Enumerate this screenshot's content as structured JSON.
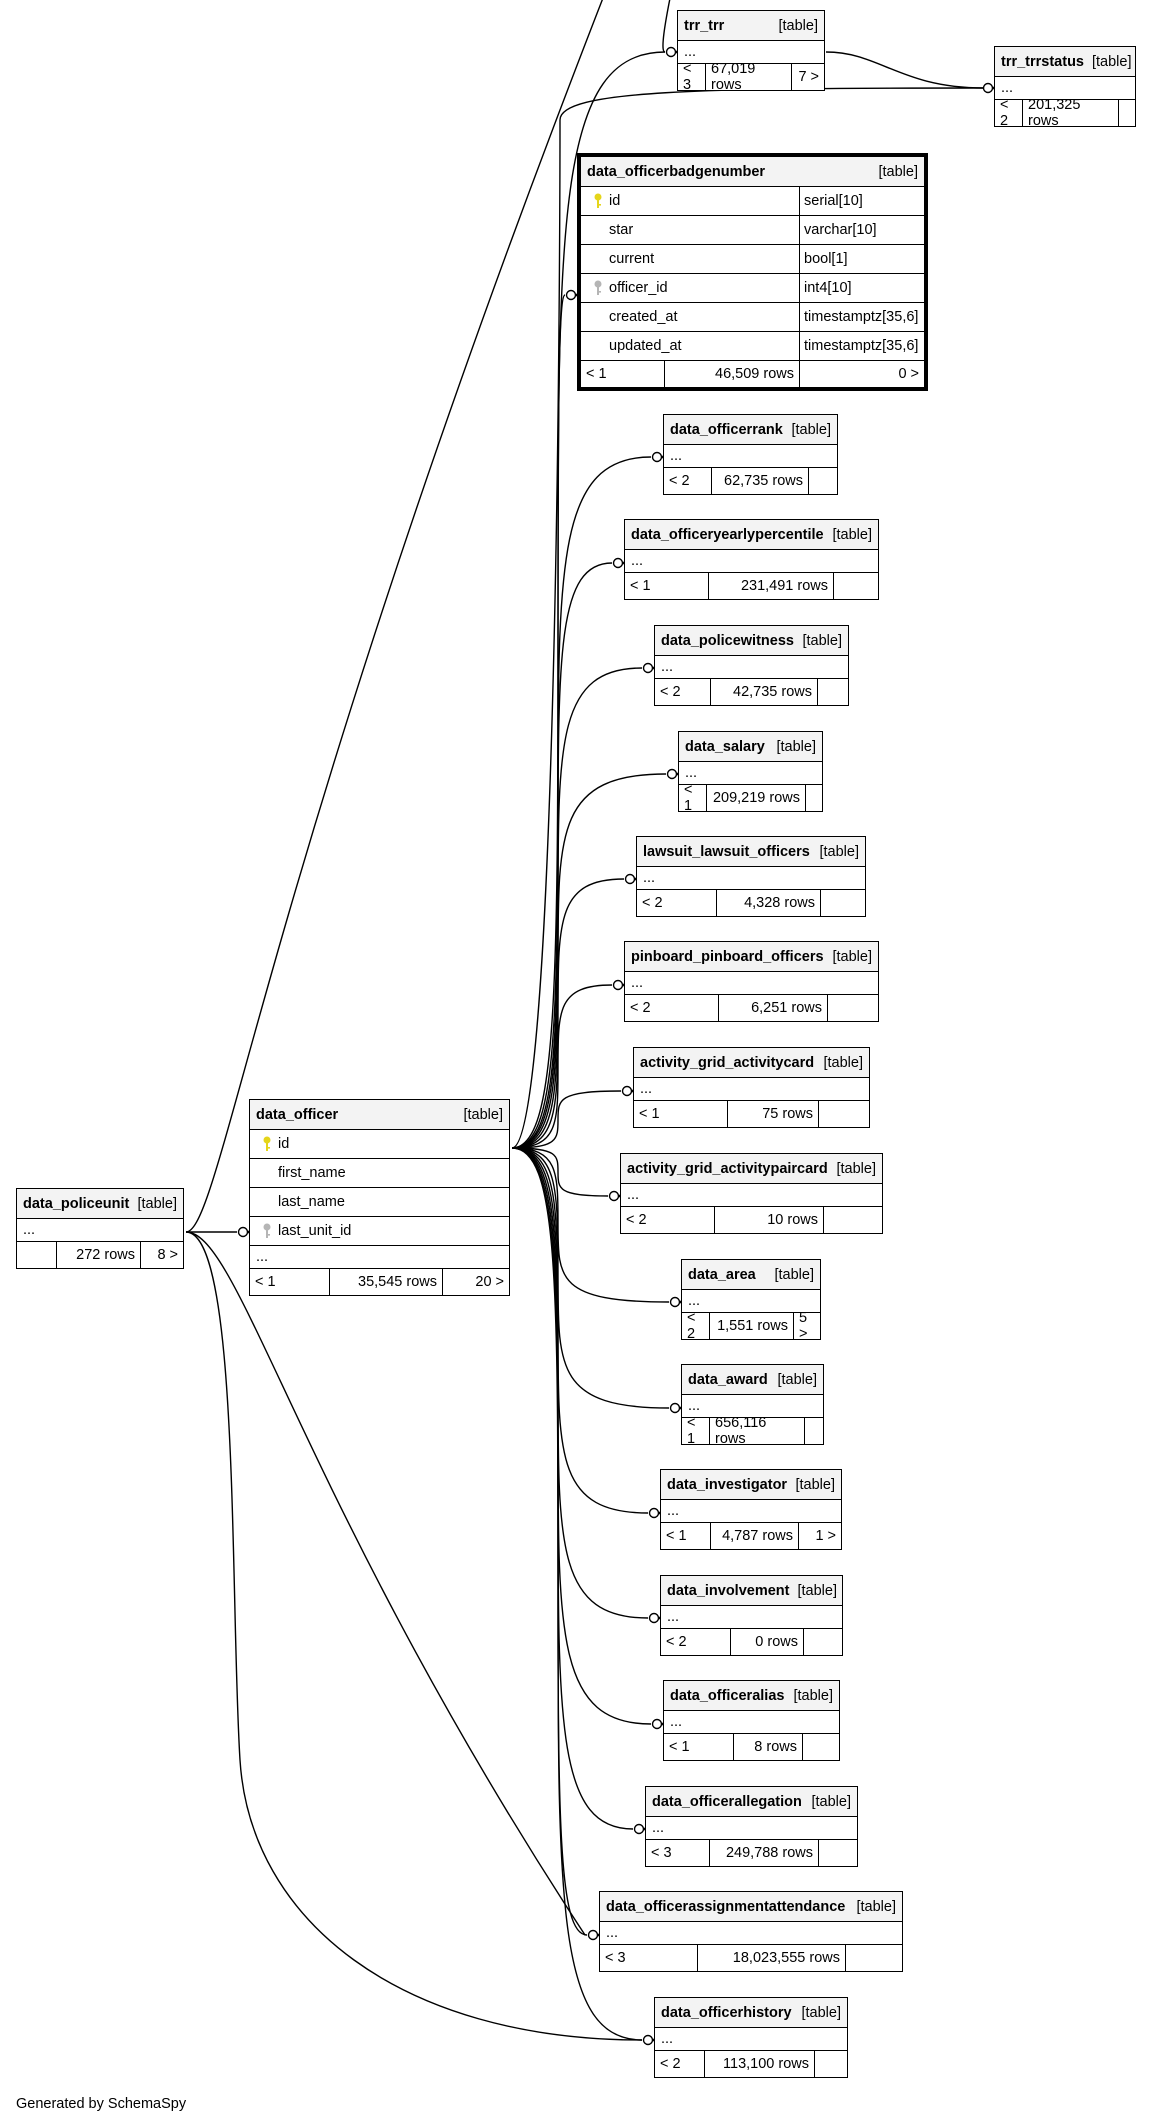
{
  "footer": "Generated by SchemaSpy",
  "kind_label": "[table]",
  "tables": [
    {
      "id": "trr_trr",
      "name": "trr_trr",
      "parents": "< 3",
      "rows": "67,019 rows",
      "children": "7 >"
    },
    {
      "id": "trr_trrstatus",
      "name": "trr_trrstatus",
      "parents": "< 2",
      "rows": "201,325 rows",
      "children": ""
    },
    {
      "id": "data_officerrank",
      "name": "data_officerrank",
      "parents": "< 2",
      "rows": "62,735 rows",
      "children": ""
    },
    {
      "id": "data_officeryearlypercentile",
      "name": "data_officeryearlypercentile",
      "parents": "< 1",
      "rows": "231,491 rows",
      "children": ""
    },
    {
      "id": "data_policewitness",
      "name": "data_policewitness",
      "parents": "< 2",
      "rows": "42,735 rows",
      "children": ""
    },
    {
      "id": "data_salary",
      "name": "data_salary",
      "parents": "< 1",
      "rows": "209,219 rows",
      "children": ""
    },
    {
      "id": "lawsuit_lawsuit_officers",
      "name": "lawsuit_lawsuit_officers",
      "parents": "< 2",
      "rows": "4,328 rows",
      "children": ""
    },
    {
      "id": "pinboard_pinboard_officers",
      "name": "pinboard_pinboard_officers",
      "parents": "< 2",
      "rows": "6,251 rows",
      "children": ""
    },
    {
      "id": "activity_grid_activitycard",
      "name": "activity_grid_activitycard",
      "parents": "< 1",
      "rows": "75 rows",
      "children": ""
    },
    {
      "id": "activity_grid_activitypaircard",
      "name": "activity_grid_activitypaircard",
      "parents": "< 2",
      "rows": "10 rows",
      "children": ""
    },
    {
      "id": "data_area",
      "name": "data_area",
      "parents": "< 2",
      "rows": "1,551 rows",
      "children": "5 >"
    },
    {
      "id": "data_award",
      "name": "data_award",
      "parents": "< 1",
      "rows": "656,116 rows",
      "children": ""
    },
    {
      "id": "data_investigator",
      "name": "data_investigator",
      "parents": "< 1",
      "rows": "4,787 rows",
      "children": "1 >"
    },
    {
      "id": "data_involvement",
      "name": "data_involvement",
      "parents": "< 2",
      "rows": "0 rows",
      "children": ""
    },
    {
      "id": "data_officeralias",
      "name": "data_officeralias",
      "parents": "< 1",
      "rows": "8 rows",
      "children": ""
    },
    {
      "id": "data_officerallegation",
      "name": "data_officerallegation",
      "parents": "< 3",
      "rows": "249,788 rows",
      "children": ""
    },
    {
      "id": "data_officerassignmentattendance",
      "name": "data_officerassignmentattendance",
      "parents": "< 3",
      "rows": "18,023,555 rows",
      "children": ""
    },
    {
      "id": "data_officerhistory",
      "name": "data_officerhistory",
      "parents": "< 2",
      "rows": "113,100 rows",
      "children": ""
    },
    {
      "id": "data_policeunit",
      "name": "data_policeunit",
      "parents": "",
      "rows": "272 rows",
      "children": "8 >"
    }
  ],
  "badge_table": {
    "name": "data_officerbadgenumber",
    "columns": [
      {
        "name": "id",
        "type": "serial[10]",
        "key": "primary"
      },
      {
        "name": "star",
        "type": "varchar[10]",
        "key": ""
      },
      {
        "name": "current",
        "type": "bool[1]",
        "key": ""
      },
      {
        "name": "officer_id",
        "type": "int4[10]",
        "key": "foreign"
      },
      {
        "name": "created_at",
        "type": "timestamptz[35,6]",
        "key": ""
      },
      {
        "name": "updated_at",
        "type": "timestamptz[35,6]",
        "key": ""
      }
    ],
    "parents": "< 1",
    "rows": "46,509 rows",
    "children": "0 >"
  },
  "officer_table": {
    "name": "data_officer",
    "columns": [
      {
        "name": "id",
        "key": "primary"
      },
      {
        "name": "first_name",
        "key": ""
      },
      {
        "name": "last_name",
        "key": ""
      },
      {
        "name": "last_unit_id",
        "key": "foreign"
      }
    ],
    "more": "...",
    "parents": "< 1",
    "rows": "35,545 rows",
    "children": "20 >"
  },
  "colors": {
    "primary_key": "#e5d51a",
    "foreign_key": "#b5b5b5",
    "header_bg": "#f3f3f3"
  }
}
